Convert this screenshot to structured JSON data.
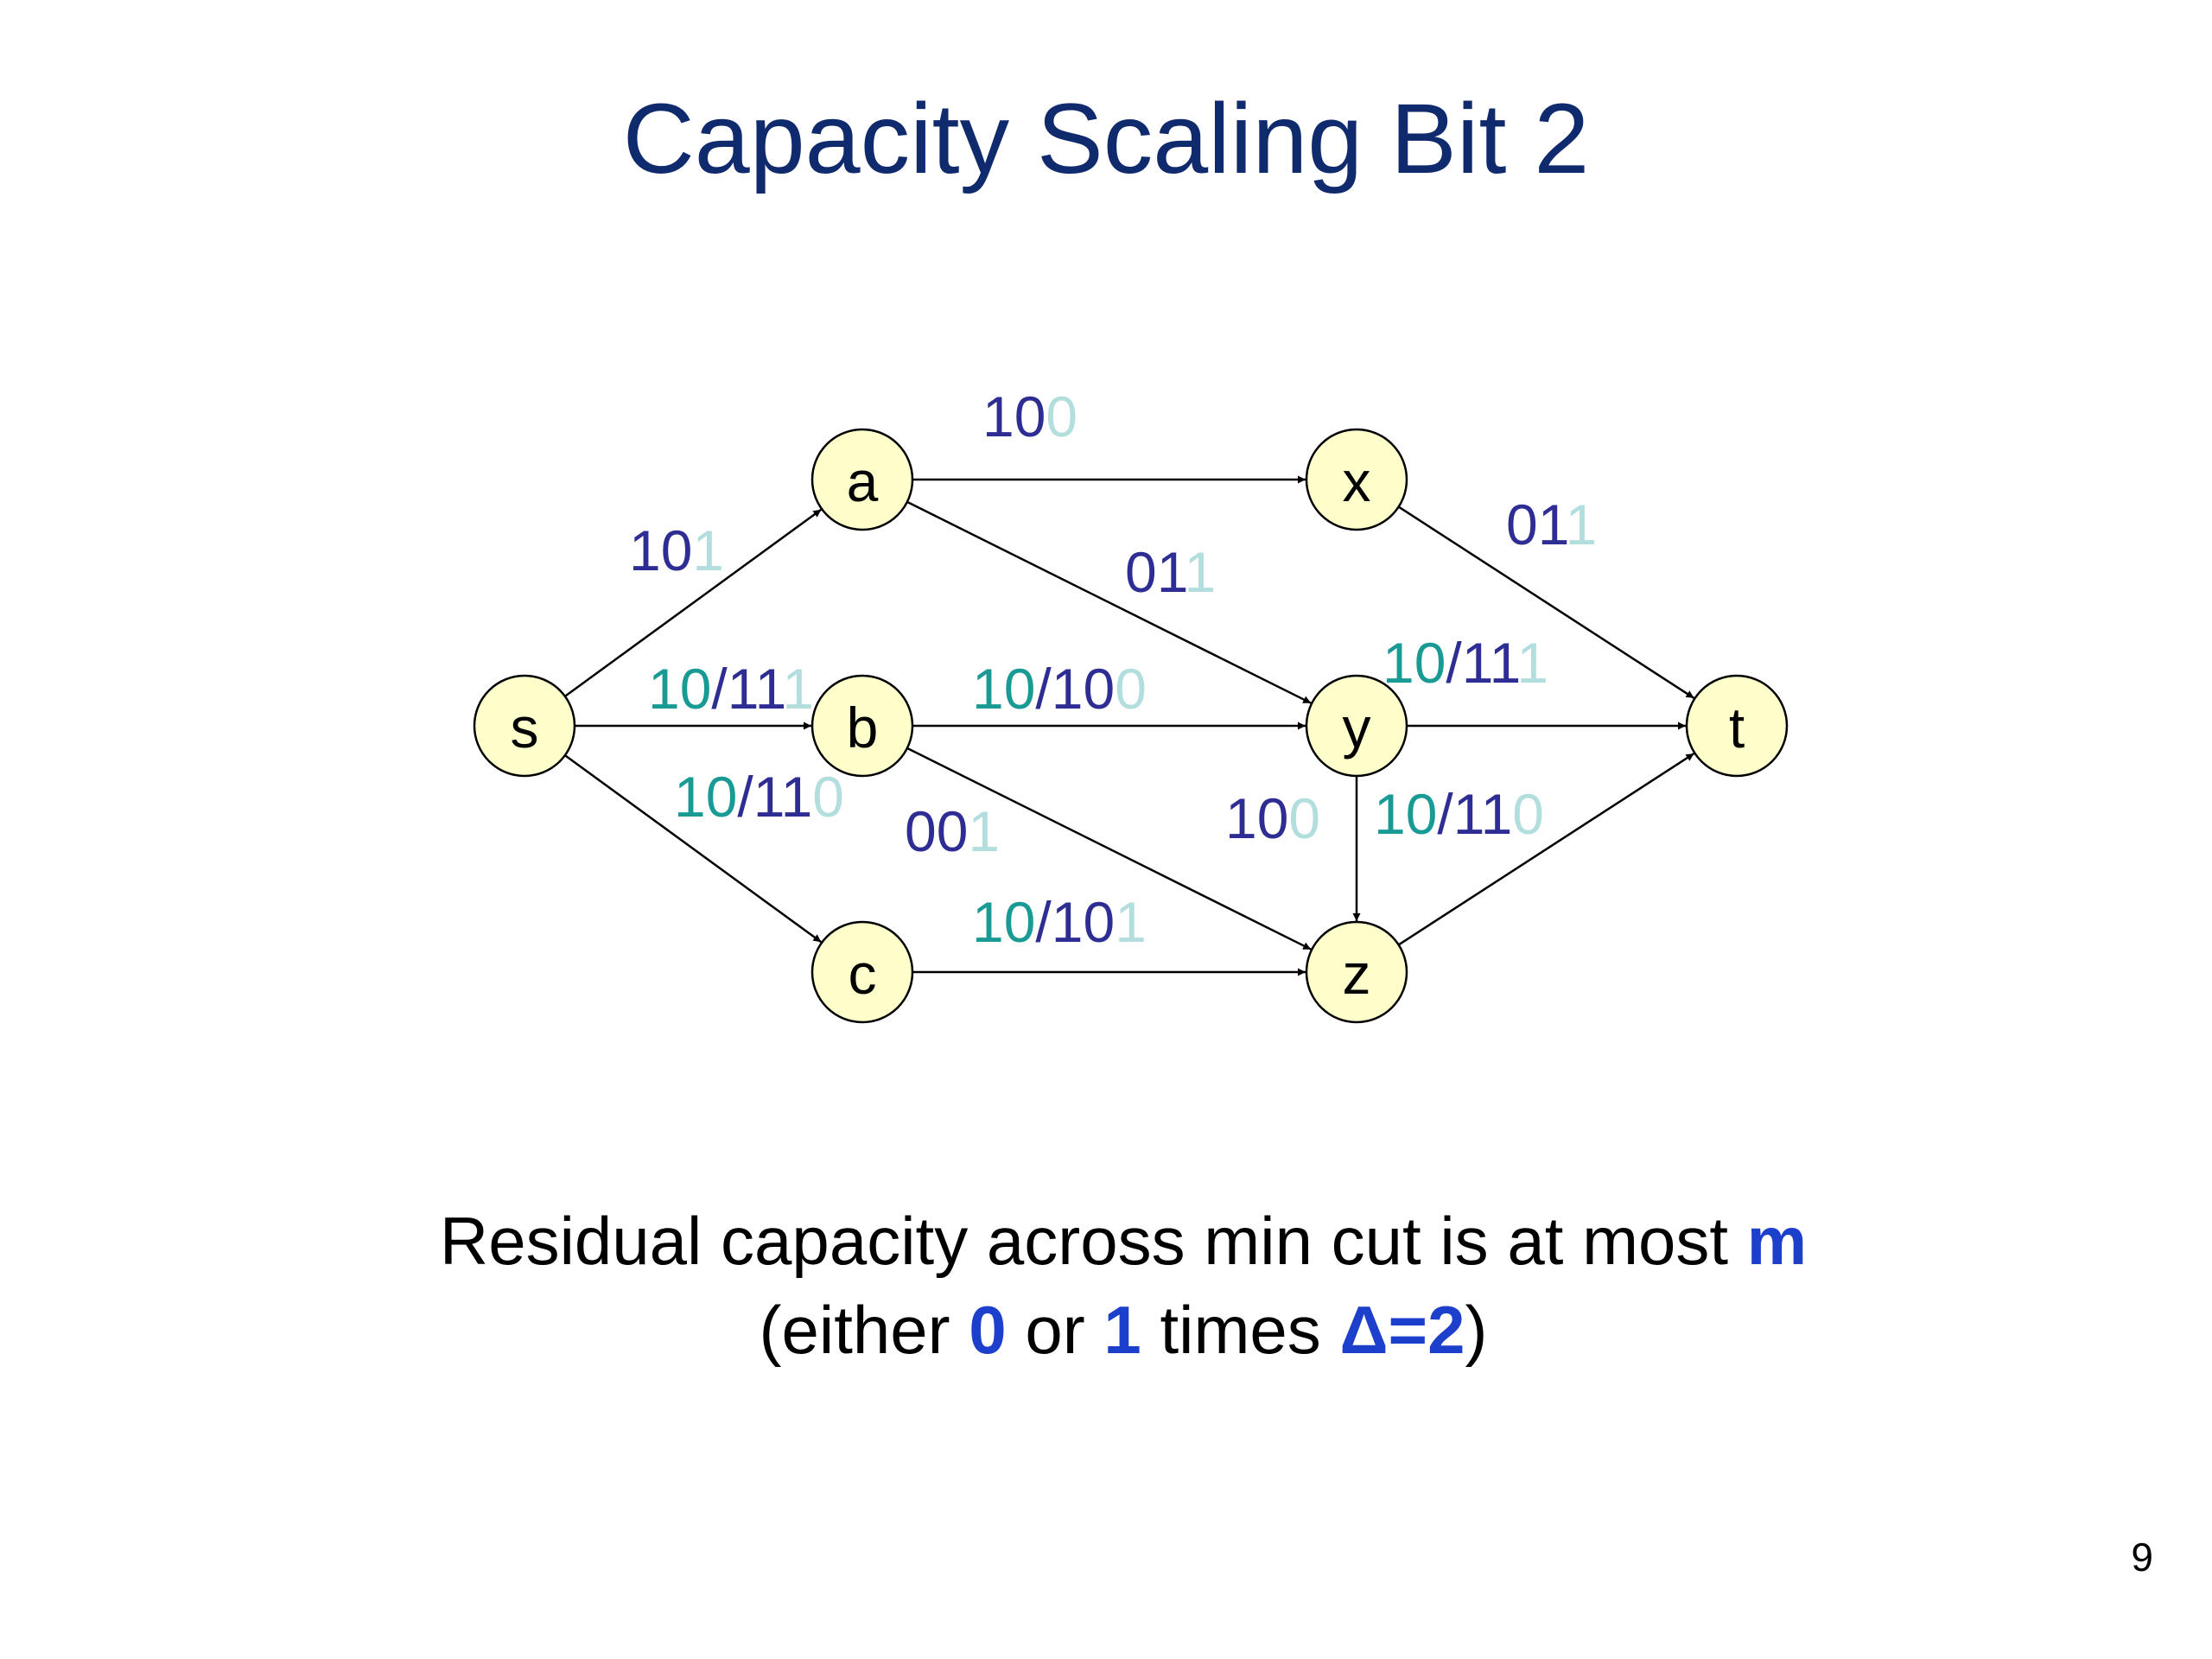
{
  "title": "Capacity Scaling Bit 2",
  "colors": {
    "title": "#102a6e",
    "flow": "#199a95",
    "capacity_bits": "#2e2d93",
    "faded_bit": "#b3dede",
    "highlight": "#1c3fcc",
    "node_fill": "#ffffcc"
  },
  "nodes": [
    {
      "id": "s",
      "label": "s"
    },
    {
      "id": "a",
      "label": "a"
    },
    {
      "id": "b",
      "label": "b"
    },
    {
      "id": "c",
      "label": "c"
    },
    {
      "id": "x",
      "label": "x"
    },
    {
      "id": "y",
      "label": "y"
    },
    {
      "id": "z",
      "label": "z"
    },
    {
      "id": "t",
      "label": "t"
    }
  ],
  "edges": [
    {
      "from": "s",
      "to": "a",
      "flow": "",
      "cap": "10",
      "faded": "1"
    },
    {
      "from": "s",
      "to": "b",
      "flow": "10",
      "cap": "11",
      "faded": "1"
    },
    {
      "from": "s",
      "to": "c",
      "flow": "10",
      "cap": "11",
      "faded": "0"
    },
    {
      "from": "a",
      "to": "x",
      "flow": "",
      "cap": "10",
      "faded": "0"
    },
    {
      "from": "a",
      "to": "y",
      "flow": "",
      "cap": "01",
      "faded": "1"
    },
    {
      "from": "b",
      "to": "y",
      "flow": "10",
      "cap": "10",
      "faded": "0"
    },
    {
      "from": "b",
      "to": "z",
      "flow": "",
      "cap": "00",
      "faded": "1"
    },
    {
      "from": "c",
      "to": "z",
      "flow": "10",
      "cap": "10",
      "faded": "1"
    },
    {
      "from": "x",
      "to": "t",
      "flow": "",
      "cap": "01",
      "faded": "1"
    },
    {
      "from": "y",
      "to": "t",
      "flow": "10",
      "cap": "11",
      "faded": "1"
    },
    {
      "from": "y",
      "to": "z",
      "flow": "",
      "cap": "10",
      "faded": "0"
    },
    {
      "from": "z",
      "to": "t",
      "flow": "10",
      "cap": "11",
      "faded": "0"
    }
  ],
  "caption": {
    "line1_prefix": "Residual capacity across min cut is at most ",
    "line1_m": "m",
    "line2_open": "(either ",
    "line2_zero": "0",
    "line2_or": " or ",
    "line2_one": "1",
    "line2_times": " times ",
    "line2_delta": "Δ=2",
    "line2_close": ")"
  },
  "page_number": "9"
}
